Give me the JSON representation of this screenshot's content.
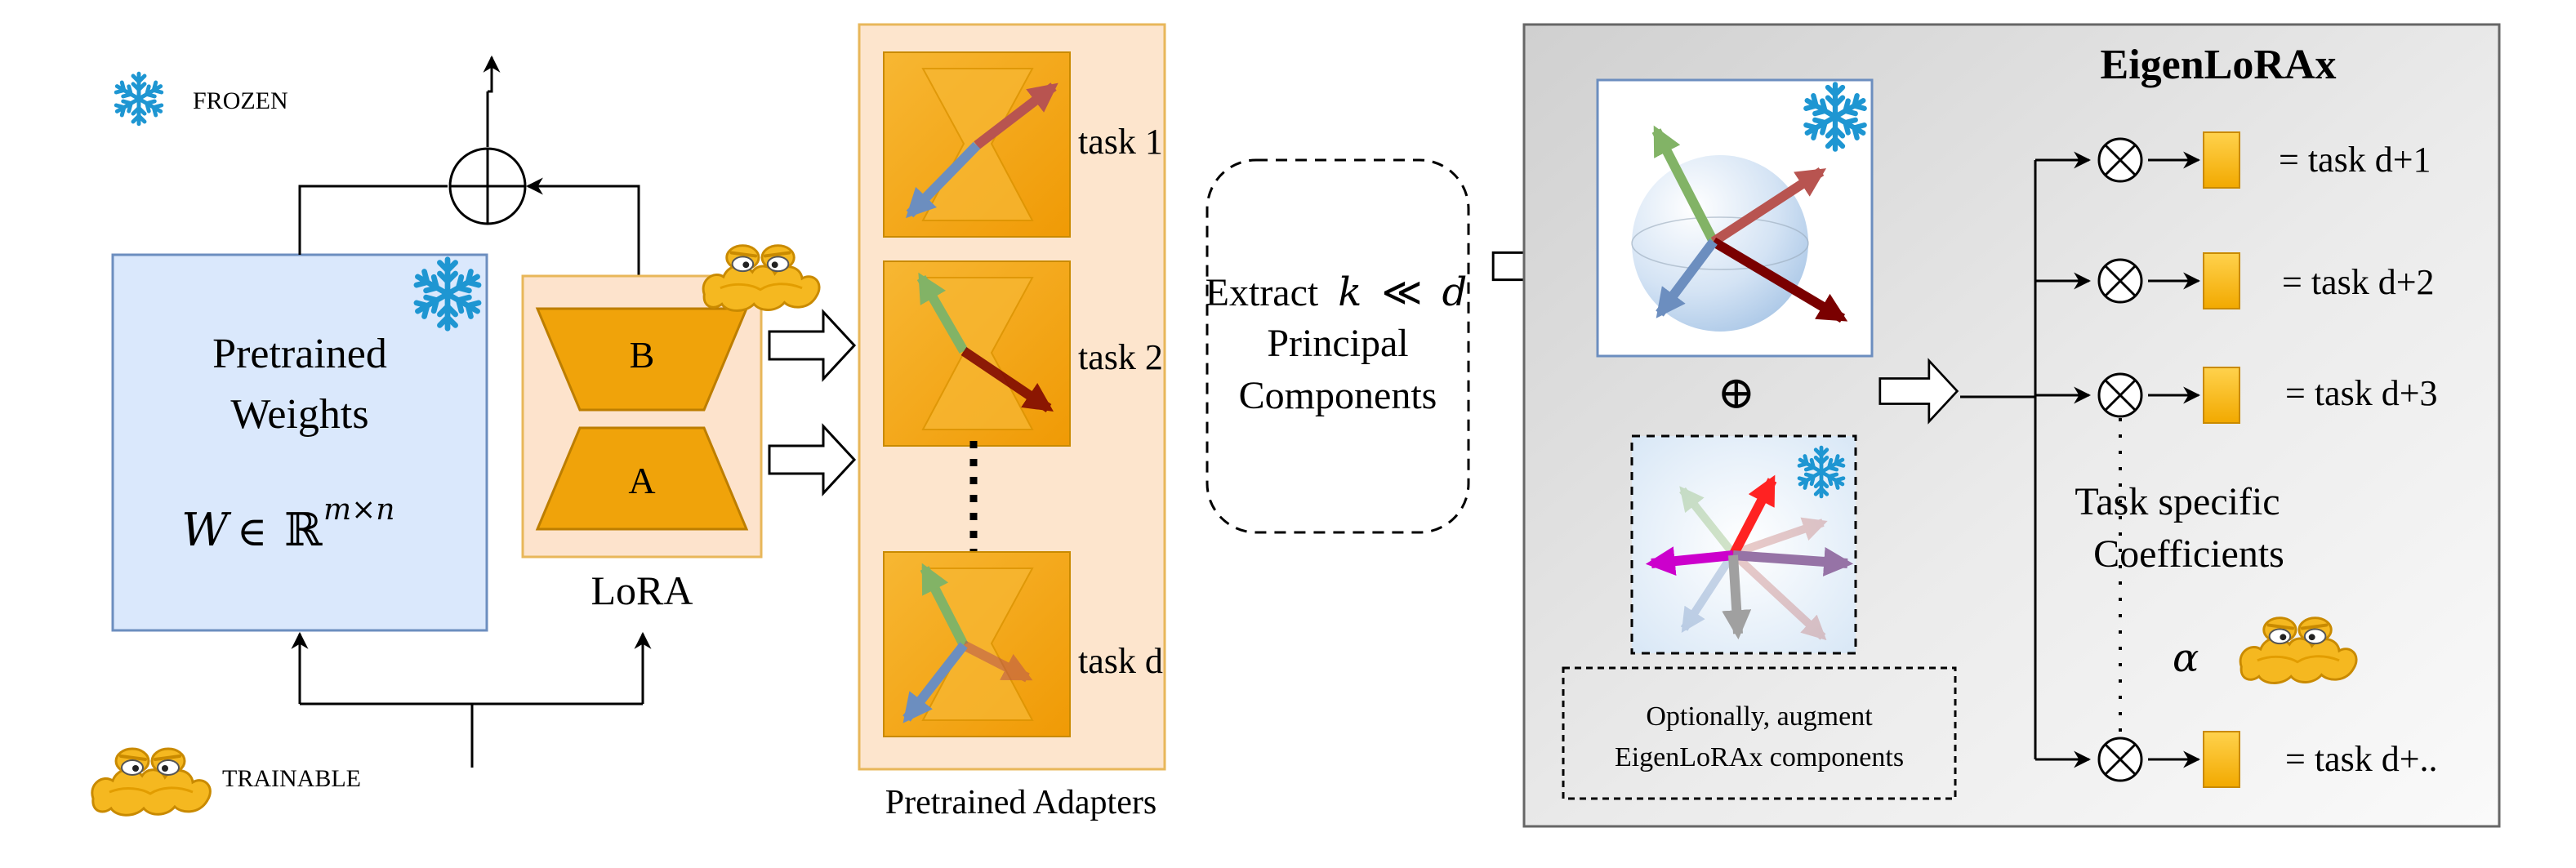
{
  "legend": {
    "frozen_label": "FROZEN",
    "trainable_label": "TRAINABLE",
    "frozen_icon": "snowflake-icon",
    "trainable_icon": "lorax-mustache-icon"
  },
  "pretrained": {
    "title_line1": "Pretrained",
    "title_line2": "Weights",
    "formula_W": "W",
    "formula_in": "∈",
    "formula_R": "ℝ",
    "formula_exp": "m×n"
  },
  "lora": {
    "b_label": "B",
    "a_label": "A",
    "caption": "LoRA"
  },
  "adapters": {
    "caption": "Pretrained Adapters",
    "tasks": [
      "task 1",
      "task 2",
      "task d"
    ]
  },
  "extract": {
    "line1_prefix": "Extract",
    "k": "k",
    "ll": "≪",
    "d": "d",
    "line2": "Principal",
    "line3": "Components"
  },
  "eigenlorax": {
    "title": "EigenLoRAx",
    "oplus": "⊕",
    "augment_line1": "Optionally, augment",
    "augment_line2": "EigenLoRAx components",
    "coeff_line1": "Task specific",
    "coeff_line2": "Coefficients",
    "alpha": "α",
    "outputs": [
      "= task d+1",
      "= task d+2",
      "= task d+3",
      "= task d+.."
    ]
  },
  "colors": {
    "weights_fill": "#dae8fc",
    "weights_stroke": "#6c8ebf",
    "lora_bg": "#fde3cc",
    "lora_trap": "#f0a30a",
    "adapters_bg": "#fde5cd",
    "adapters_stroke": "#e8b75a",
    "task_box": "#f3a40e",
    "eigen_panel": "#d9d9d9",
    "coeff_box": "#f4b400",
    "snowflake": "#1e96d2",
    "arrow_red": "#b85450",
    "arrow_blue": "#6c8ebf",
    "arrow_green": "#82b366",
    "arrow_darkred": "#7a0000",
    "arrow_magenta": "#cc00cc",
    "arrow_purple": "#9673a6",
    "arrow_bright_red": "#ff2222",
    "arrow_gray": "#a0a0a0"
  }
}
